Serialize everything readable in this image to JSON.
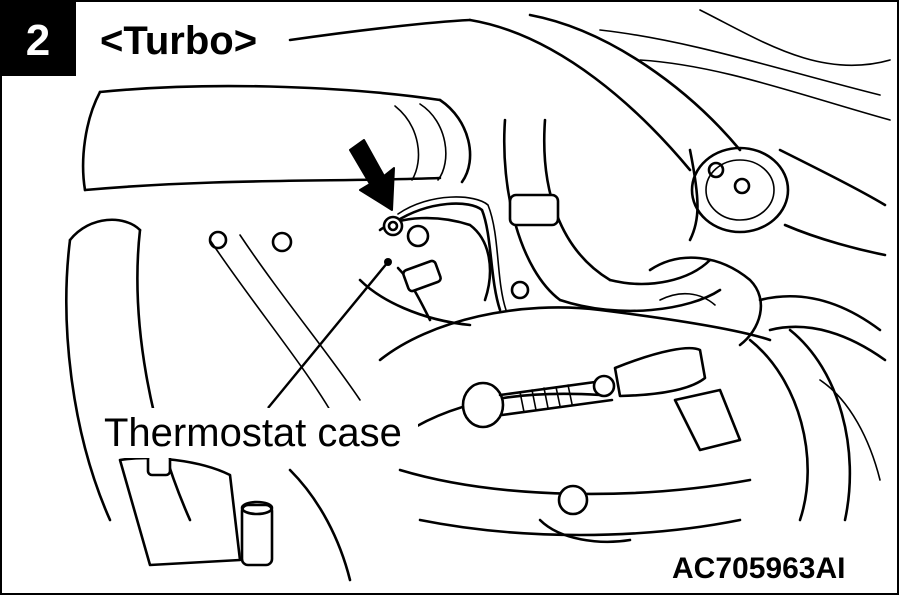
{
  "step_badge": "2",
  "variant_label": "<Turbo>",
  "callout_label": "Thermostat case",
  "figure_code": "AC705963AI",
  "colors": {
    "ink": "#000000",
    "paper": "#ffffff"
  },
  "icons": [
    "down-arrow-icon"
  ]
}
